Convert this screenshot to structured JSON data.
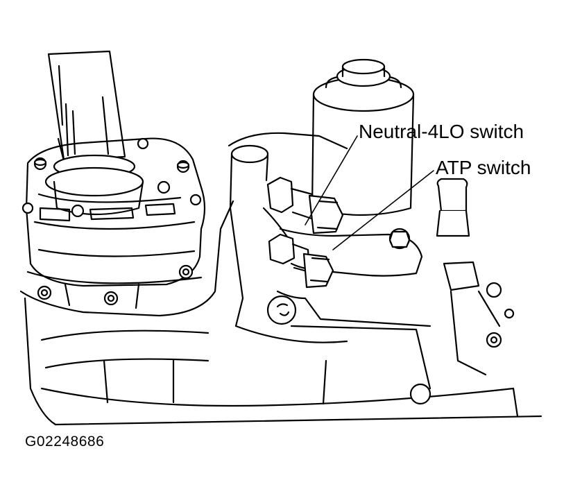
{
  "callouts": {
    "neutral_4lo": "Neutral-4LO switch",
    "atp": "ATP switch"
  },
  "figure_id": "G02248686",
  "colors": {
    "ink": "#000000",
    "paper": "#ffffff"
  }
}
